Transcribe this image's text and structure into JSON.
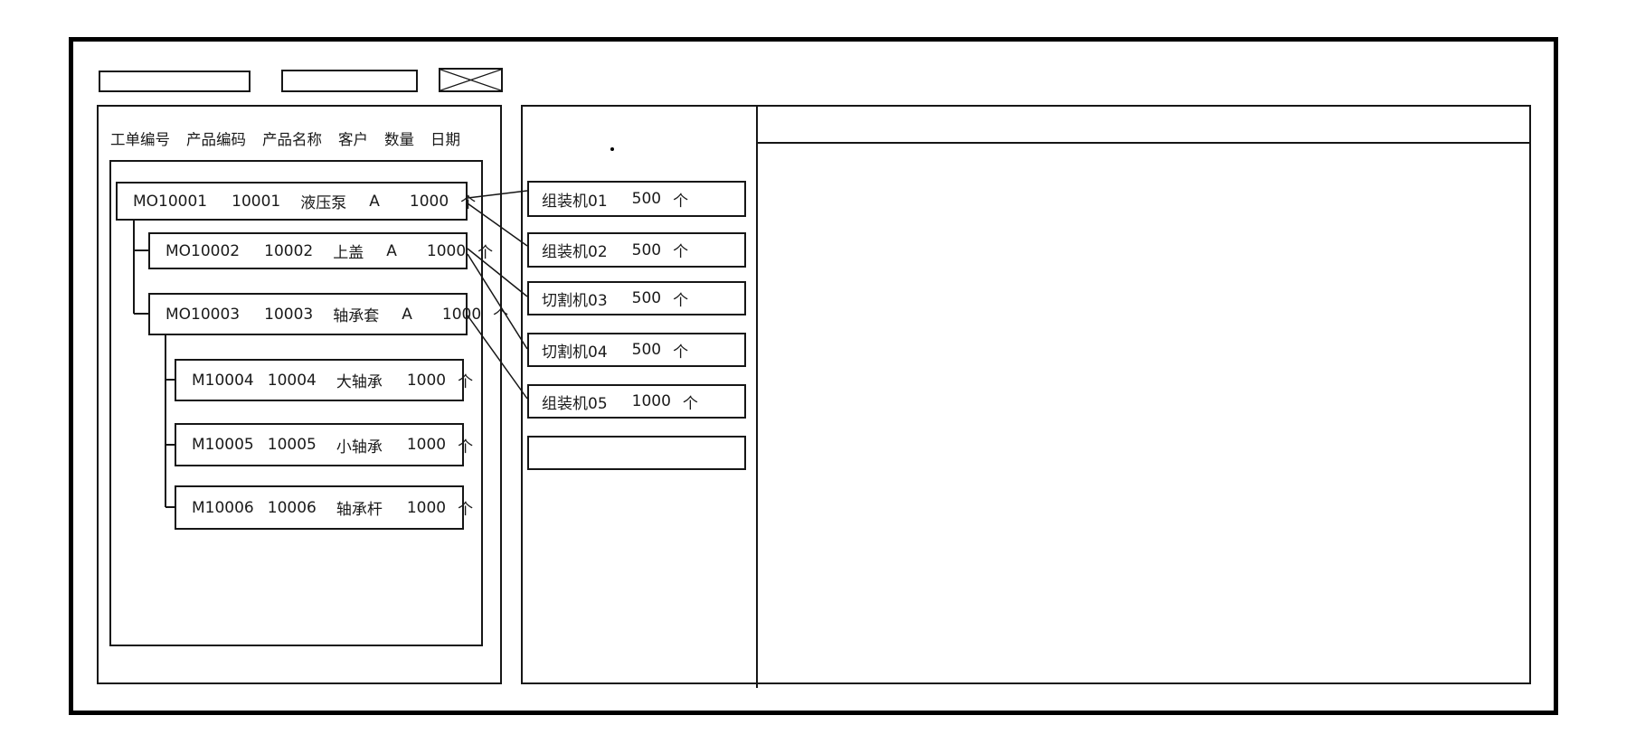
{
  "toolbar": {
    "input1_value": "",
    "input2_value": ""
  },
  "left_panel": {
    "columns": [
      "工单编号",
      "产品编码",
      "产品名称",
      "客户",
      "数量",
      "日期"
    ],
    "orders": [
      {
        "order_no": "MO10001",
        "product_code": "10001",
        "product_name": "液压泵",
        "customer": "A",
        "qty": "1000",
        "unit": "个",
        "parent": null
      },
      {
        "order_no": "MO10002",
        "product_code": "10002",
        "product_name": "上盖",
        "customer": "A",
        "qty": "1000",
        "unit": "个",
        "parent": "MO10001"
      },
      {
        "order_no": "MO10003",
        "product_code": "10003",
        "product_name": "轴承套",
        "customer": "A",
        "qty": "1000",
        "unit": "个",
        "parent": "MO10001"
      },
      {
        "order_no": "M10004",
        "product_code": "10004",
        "product_name": "大轴承",
        "customer": "",
        "qty": "1000",
        "unit": "个",
        "parent": "MO10003"
      },
      {
        "order_no": "M10005",
        "product_code": "10005",
        "product_name": "小轴承",
        "customer": "",
        "qty": "1000",
        "unit": "个",
        "parent": "MO10003"
      },
      {
        "order_no": "M10006",
        "product_code": "10006",
        "product_name": "轴承杆",
        "customer": "",
        "qty": "1000",
        "unit": "个",
        "parent": "MO10003"
      }
    ]
  },
  "machine_panel": {
    "machines": [
      {
        "name": "组装机01",
        "qty": "500",
        "unit": "个"
      },
      {
        "name": "组装机02",
        "qty": "500",
        "unit": "个"
      },
      {
        "name": "切割机03",
        "qty": "500",
        "unit": "个"
      },
      {
        "name": "切割机04",
        "qty": "500",
        "unit": "个"
      },
      {
        "name": "组装机05",
        "qty": "1000",
        "unit": "个"
      },
      {
        "name": "",
        "qty": "",
        "unit": ""
      }
    ]
  },
  "connections": [
    {
      "from": "MO10001",
      "to": "组装机01"
    },
    {
      "from": "MO10001",
      "to": "组装机02"
    },
    {
      "from": "MO10002",
      "to": "切割机03"
    },
    {
      "from": "MO10002",
      "to": "切割机04"
    },
    {
      "from": "MO10003",
      "to": "组装机05"
    }
  ],
  "colors": {
    "stroke": "#161616",
    "background": "#ffffff"
  }
}
